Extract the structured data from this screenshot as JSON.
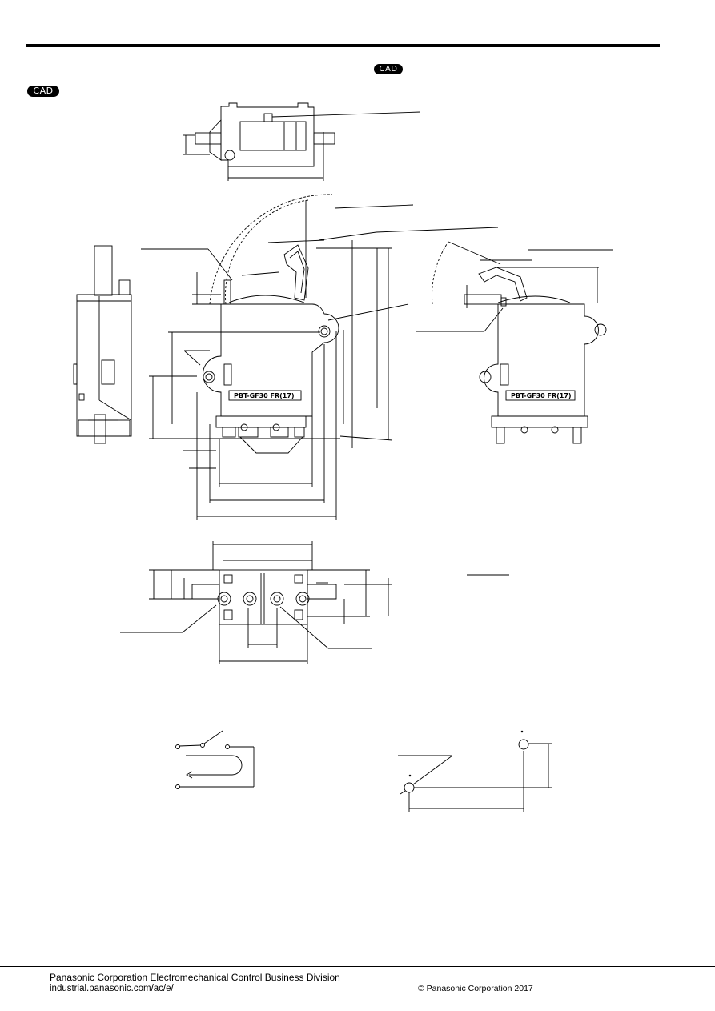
{
  "header": {
    "cad_badge_right": "CAD",
    "cad_badge_left": "CAD"
  },
  "drawing": {
    "marking_text_front": "PBT-GF30 FR(17)",
    "marking_text_rear": "PBT-GF30 FR(17)"
  },
  "footer": {
    "company": "Panasonic Corporation Electromechanical Control Business Division",
    "url": "industrial.panasonic.com/ac/e/",
    "copyright": "© Panasonic Corporation 2017"
  }
}
